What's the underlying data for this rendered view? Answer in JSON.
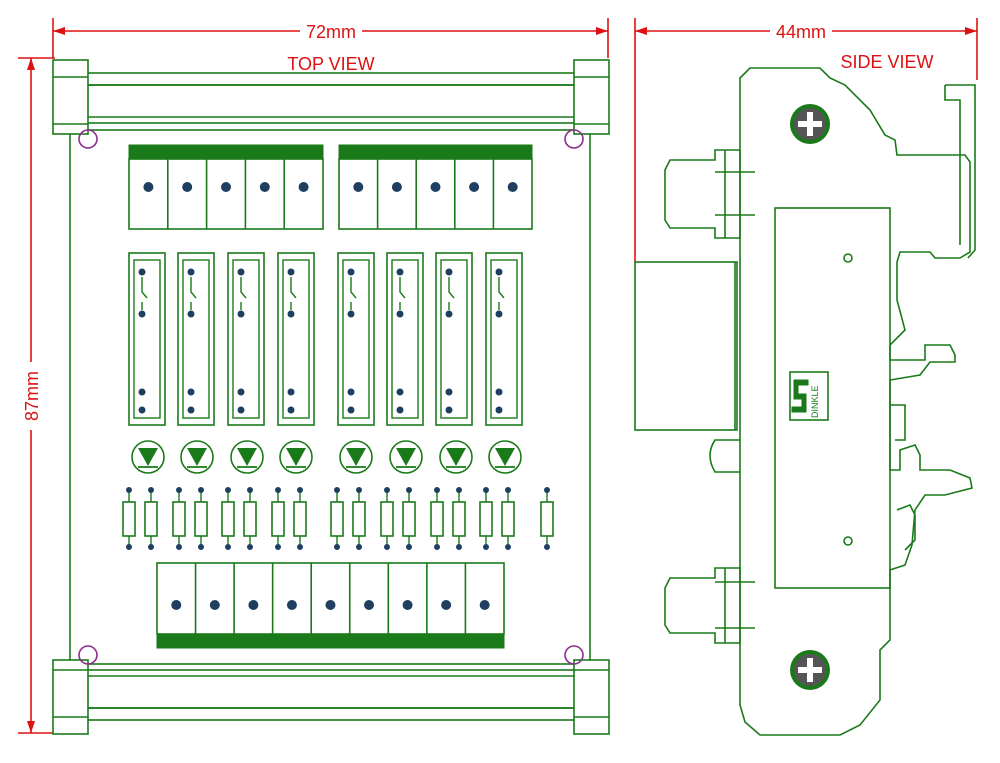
{
  "dimensions": {
    "top_width": "72mm",
    "top_height": "87mm",
    "side_width": "44mm"
  },
  "labels": {
    "top_view": "TOP VIEW",
    "side_view": "SIDE VIEW",
    "logo_text": "DINKLE"
  },
  "colors": {
    "outline": "#1a7a1a",
    "dimension": "#dd1111",
    "terminal_dot": "#1f3f60",
    "mount_hole": "#8b2f8b"
  },
  "counts": {
    "top_terminals_left": 5,
    "top_terminals_right": 5,
    "relays": 8,
    "leds": 8,
    "bottom_terminals": 9
  }
}
